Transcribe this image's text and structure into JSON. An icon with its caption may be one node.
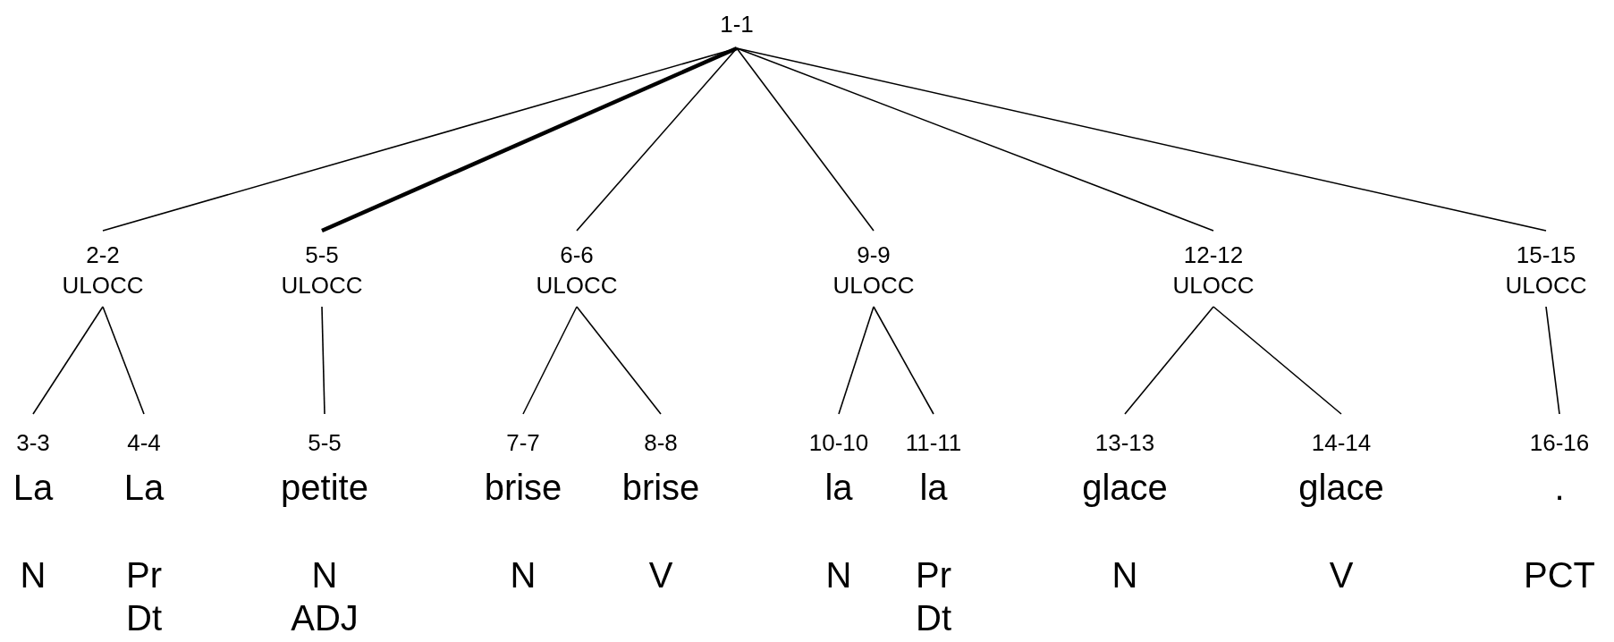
{
  "diagram": {
    "nodes": [
      {
        "text": [
          "1-1"
        ]
      },
      {
        "text": [
          "2-2",
          "ULOCC"
        ]
      },
      {
        "text": [
          "5-5",
          "ULOCC"
        ]
      },
      {
        "text": [
          "6-6",
          "ULOCC"
        ]
      },
      {
        "text": [
          "9-9",
          "ULOCC"
        ]
      },
      {
        "text": [
          "12-12",
          "ULOCC"
        ]
      },
      {
        "text": [
          "15-15",
          "ULOCC"
        ]
      },
      {
        "text": [
          "3-3",
          "La",
          "N"
        ]
      },
      {
        "text": [
          "4-4",
          "La",
          "Pr Dt"
        ]
      },
      {
        "text": [
          "5-5",
          "petite",
          "N ADJ"
        ]
      },
      {
        "text": [
          "7-7",
          "brise",
          "N"
        ]
      },
      {
        "text": [
          "8-8",
          "brise",
          "V"
        ]
      },
      {
        "text": [
          "10-10",
          "la",
          "N"
        ]
      },
      {
        "text": [
          "11-11",
          "la",
          "Pr Dt"
        ]
      },
      {
        "text": [
          "13-13",
          "glace",
          "N"
        ]
      },
      {
        "text": [
          "14-14",
          "glace",
          "V"
        ]
      },
      {
        "text": [
          "16-16",
          ".",
          "PCT"
        ]
      }
    ],
    "edges": [
      {
        "from": 0,
        "to": 1,
        "arrow": "none"
      },
      {
        "from": 0,
        "to": 2,
        "arrow": "none",
        "style": "thick"
      },
      {
        "from": 0,
        "to": 3,
        "arrow": "none"
      },
      {
        "from": 0,
        "to": 4,
        "arrow": "none"
      },
      {
        "from": 0,
        "to": 5,
        "arrow": "none"
      },
      {
        "from": 0,
        "to": 6,
        "arrow": "none"
      },
      {
        "from": 1,
        "to": 7,
        "arrow": "none"
      },
      {
        "from": 1,
        "to": 8,
        "arrow": "none"
      },
      {
        "from": 2,
        "to": 9,
        "arrow": "none"
      },
      {
        "from": 3,
        "to": 10,
        "arrow": "none"
      },
      {
        "from": 3,
        "to": 11,
        "arrow": "none"
      },
      {
        "from": 4,
        "to": 12,
        "arrow": "none"
      },
      {
        "from": 4,
        "to": 13,
        "arrow": "none"
      },
      {
        "from": 5,
        "to": 14,
        "arrow": "none"
      },
      {
        "from": 5,
        "to": 15,
        "arrow": "none"
      },
      {
        "from": 6,
        "to": 16,
        "arrow": "none"
      }
    ]
  }
}
